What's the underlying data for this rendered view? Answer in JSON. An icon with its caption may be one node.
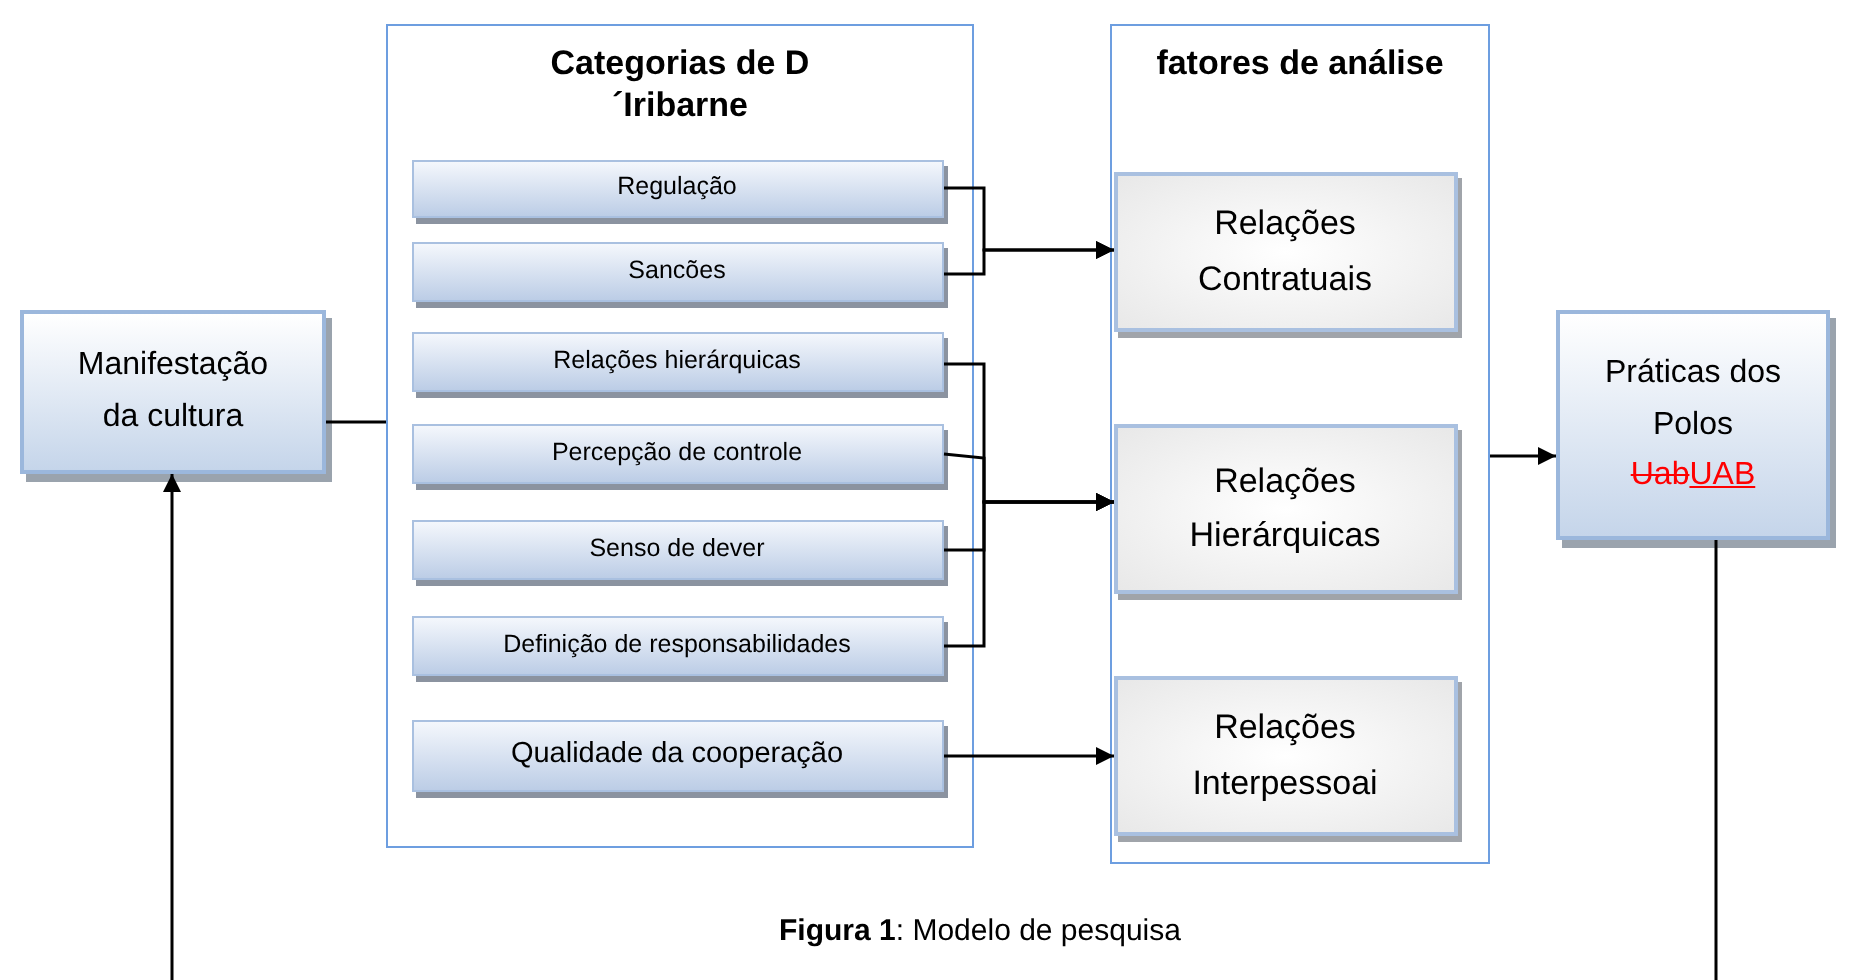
{
  "diagram": {
    "caption": "**Figura 1**: Modelo de pesquisa",
    "nodes": [
      {
        "text": [
          "Manifestação da cultura"
        ]
      },
      {
        "text": [
          "Categorias de D´Iribarne"
        ]
      },
      {
        "text": [
          "Regulação"
        ],
        "in": 1
      },
      {
        "text": [
          "Sancões"
        ],
        "in": 1
      },
      {
        "text": [
          "Relações hierárquicas"
        ],
        "in": 1
      },
      {
        "text": [
          "Percepção de controle"
        ],
        "in": 1
      },
      {
        "text": [
          "Senso de dever"
        ],
        "in": 1
      },
      {
        "text": [
          "Definição de responsabilidades"
        ],
        "in": 1
      },
      {
        "text": [
          "Qualidade da cooperação"
        ],
        "in": 1
      },
      {
        "text": [
          "fatores  de análise"
        ]
      },
      {
        "text": [
          "Relações Contratuais"
        ],
        "in": 9
      },
      {
        "text": [
          "Relações Hierárquicas"
        ],
        "in": 9
      },
      {
        "text": [
          "Relações Interpessoai"
        ],
        "in": 9
      },
      {
        "text": [
          "Práticas dos Polos",
          "Uab",
          "UAB"
        ]
      }
    ],
    "edges": [
      {
        "from": 0,
        "to": 1,
        "arrow": "none"
      },
      {
        "from": 2,
        "to": 10,
        "arrow": "to"
      },
      {
        "from": 3,
        "to": 10,
        "arrow": "to"
      },
      {
        "from": 4,
        "to": 11,
        "arrow": "to"
      },
      {
        "from": 5,
        "to": 11,
        "arrow": "to"
      },
      {
        "from": 6,
        "to": 11,
        "arrow": "to"
      },
      {
        "from": 7,
        "to": 11,
        "arrow": "to"
      },
      {
        "from": 8,
        "to": 12,
        "arrow": "to"
      },
      {
        "from": 9,
        "to": 13,
        "arrow": "to"
      },
      {
        "from": 13,
        "to": null,
        "arrow": "none"
      },
      {
        "from": null,
        "to": 0,
        "arrow": "to"
      }
    ]
  }
}
